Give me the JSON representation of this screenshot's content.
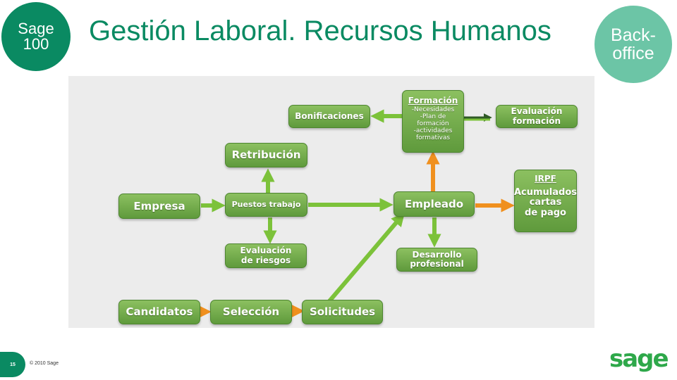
{
  "header": {
    "badge_left_line1": "Sage",
    "badge_left_line2": "100",
    "title": "Gestión Laboral. Recursos Humanos",
    "badge_right_line1": "Back-",
    "badge_right_line2": "office"
  },
  "diagram": {
    "nodes": {
      "empresa": "Empresa",
      "puestos": "Puestos trabajo",
      "retribucion": "Retribución",
      "evaluacion_riesgos_1": "Evaluación",
      "evaluacion_riesgos_2": "de riesgos",
      "empleado": "Empleado",
      "formacion_title": "Formación",
      "formacion_l1": "-Necesidades",
      "formacion_l2": "-Plan de",
      "formacion_l3": "formación",
      "formacion_l4": "-actividades",
      "formacion_l5": "formativas",
      "bonificaciones": "Bonificaciones",
      "evaluacion_formacion_1": "Evaluación",
      "evaluacion_formacion_2": "formación",
      "irpf_title": "IRPF",
      "irpf_l1": "Acumulados",
      "irpf_l2": "cartas",
      "irpf_l3": "de pago",
      "desarrollo_1": "Desarrollo",
      "desarrollo_2": "profesional",
      "candidatos": "Candidatos",
      "seleccion": "Selección",
      "solicitudes": "Solicitudes"
    },
    "colors": {
      "green_arrow": "#7cc23a",
      "orange_arrow": "#f0901e",
      "dark_arrow": "#2f5a26"
    }
  },
  "footer": {
    "page_number": "15",
    "copyright": "© 2010  Sage",
    "logo_text": "sage"
  }
}
